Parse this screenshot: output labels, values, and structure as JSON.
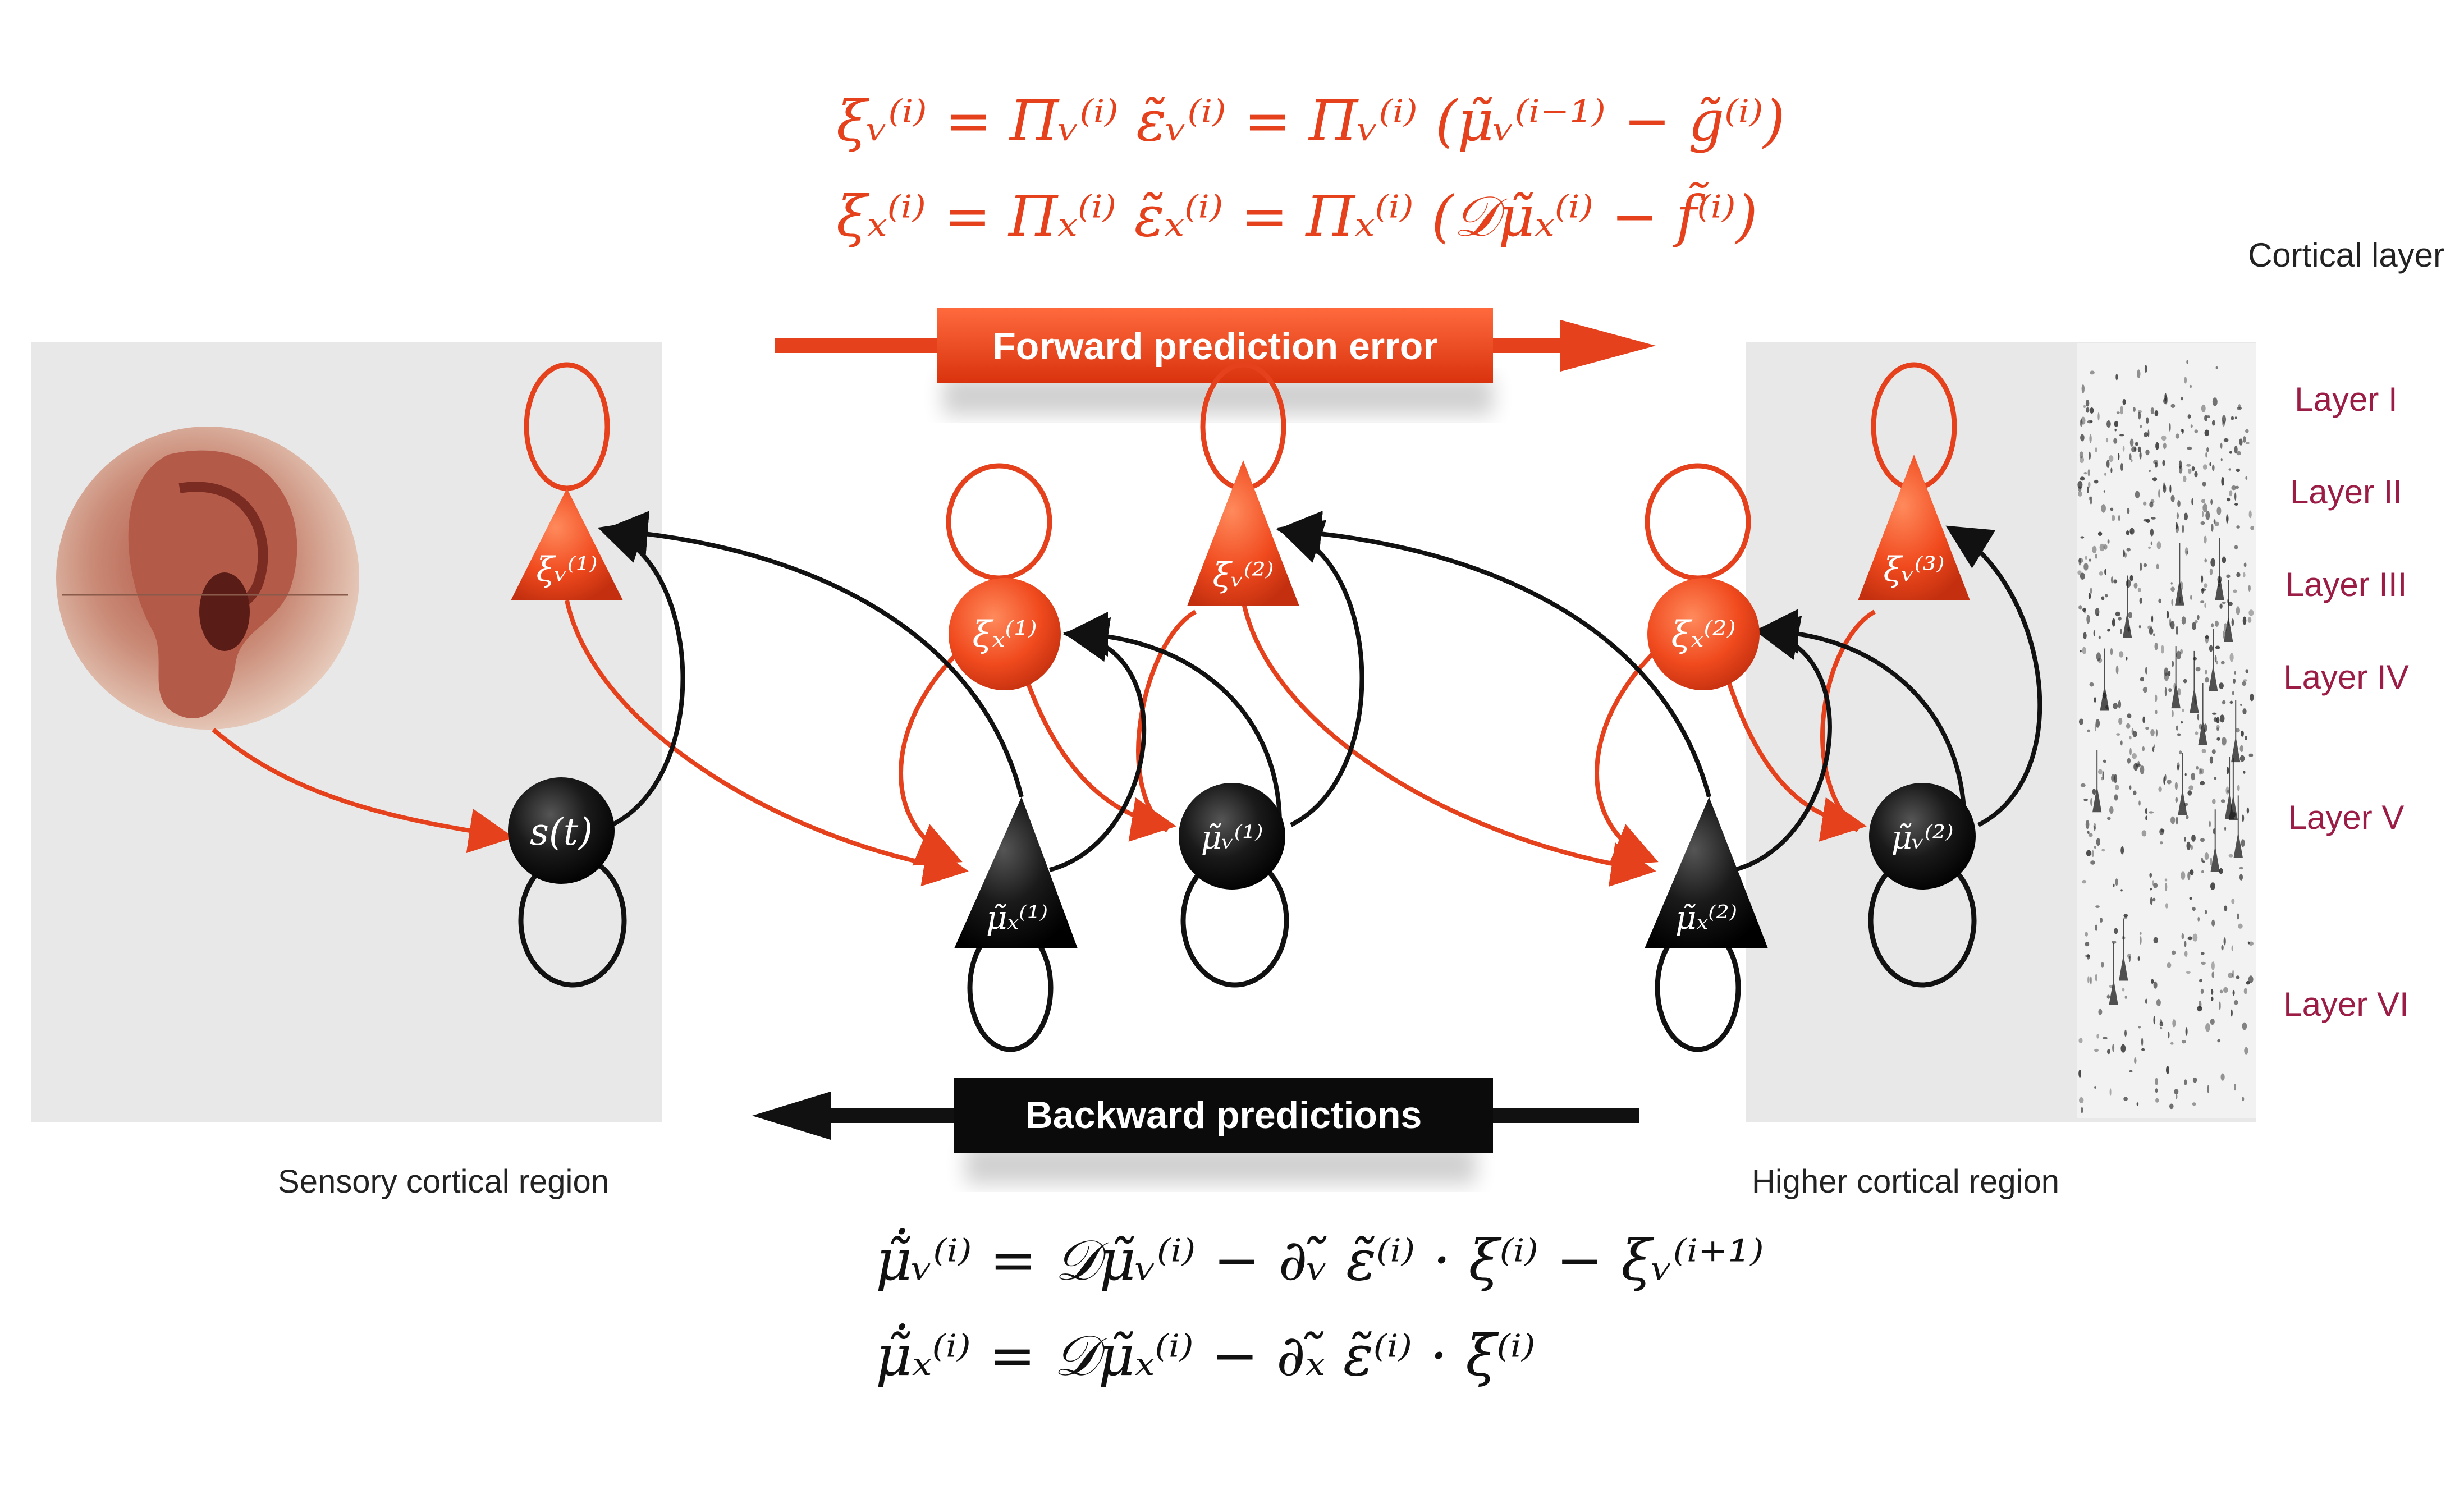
{
  "equations": {
    "forward": [
      "ξᵥ⁽ⁱ⁾ = Πᵥ⁽ⁱ⁾ ε̃ᵥ⁽ⁱ⁾ = Πᵥ⁽ⁱ⁾ (μ̃ᵥ⁽ⁱ⁻¹⁾ − g̃⁽ⁱ⁾)",
      "ξₓ⁽ⁱ⁾ = Πₓ⁽ⁱ⁾ ε̃ₓ⁽ⁱ⁾ = Πₓ⁽ⁱ⁾ (𝒟μ̃ₓ⁽ⁱ⁾ − f̃⁽ⁱ⁾)"
    ],
    "backward": [
      "μ̃̇ᵥ⁽ⁱ⁾ = 𝒟μ̃ᵥ⁽ⁱ⁾ − ∂ᵥ̃ ε̃⁽ⁱ⁾ · ξ⁽ⁱ⁾ − ξᵥ⁽ⁱ⁺¹⁾",
      "μ̃̇ₓ⁽ⁱ⁾ = 𝒟μ̃ₓ⁽ⁱ⁾ − ∂ₓ̃ ε̃⁽ⁱ⁾ · ξ⁽ⁱ⁾"
    ]
  },
  "arrows": {
    "forward_label": "Forward prediction error",
    "backward_label": "Backward predictions"
  },
  "regions": {
    "sensory": "Sensory cortical region",
    "higher": "Higher cortical region"
  },
  "cortical": {
    "title": "Cortical layer",
    "layers": [
      "Layer I",
      "Layer II",
      "Layer III",
      "Layer IV",
      "Layer V",
      "Layer VI"
    ]
  },
  "nodes": {
    "s": "s(t)",
    "xi_v1": "ξᵥ⁽¹⁾",
    "xi_v2": "ξᵥ⁽²⁾",
    "xi_v3": "ξᵥ⁽³⁾",
    "xi_x1": "ξₓ⁽¹⁾",
    "xi_x2": "ξₓ⁽²⁾",
    "mu_x1": "μ̃ₓ⁽¹⁾",
    "mu_x2": "μ̃ₓ⁽²⁾",
    "mu_v1": "μ̃ᵥ⁽¹⁾",
    "mu_v2": "μ̃ᵥ⁽²⁾"
  },
  "colors": {
    "error": "#e4411c",
    "prediction": "#111111",
    "band": "#e9e9e9",
    "layer_label": "#9b1c45"
  },
  "icons": {
    "ear": "ear-photo",
    "histology": "cortex-histology-strip"
  }
}
